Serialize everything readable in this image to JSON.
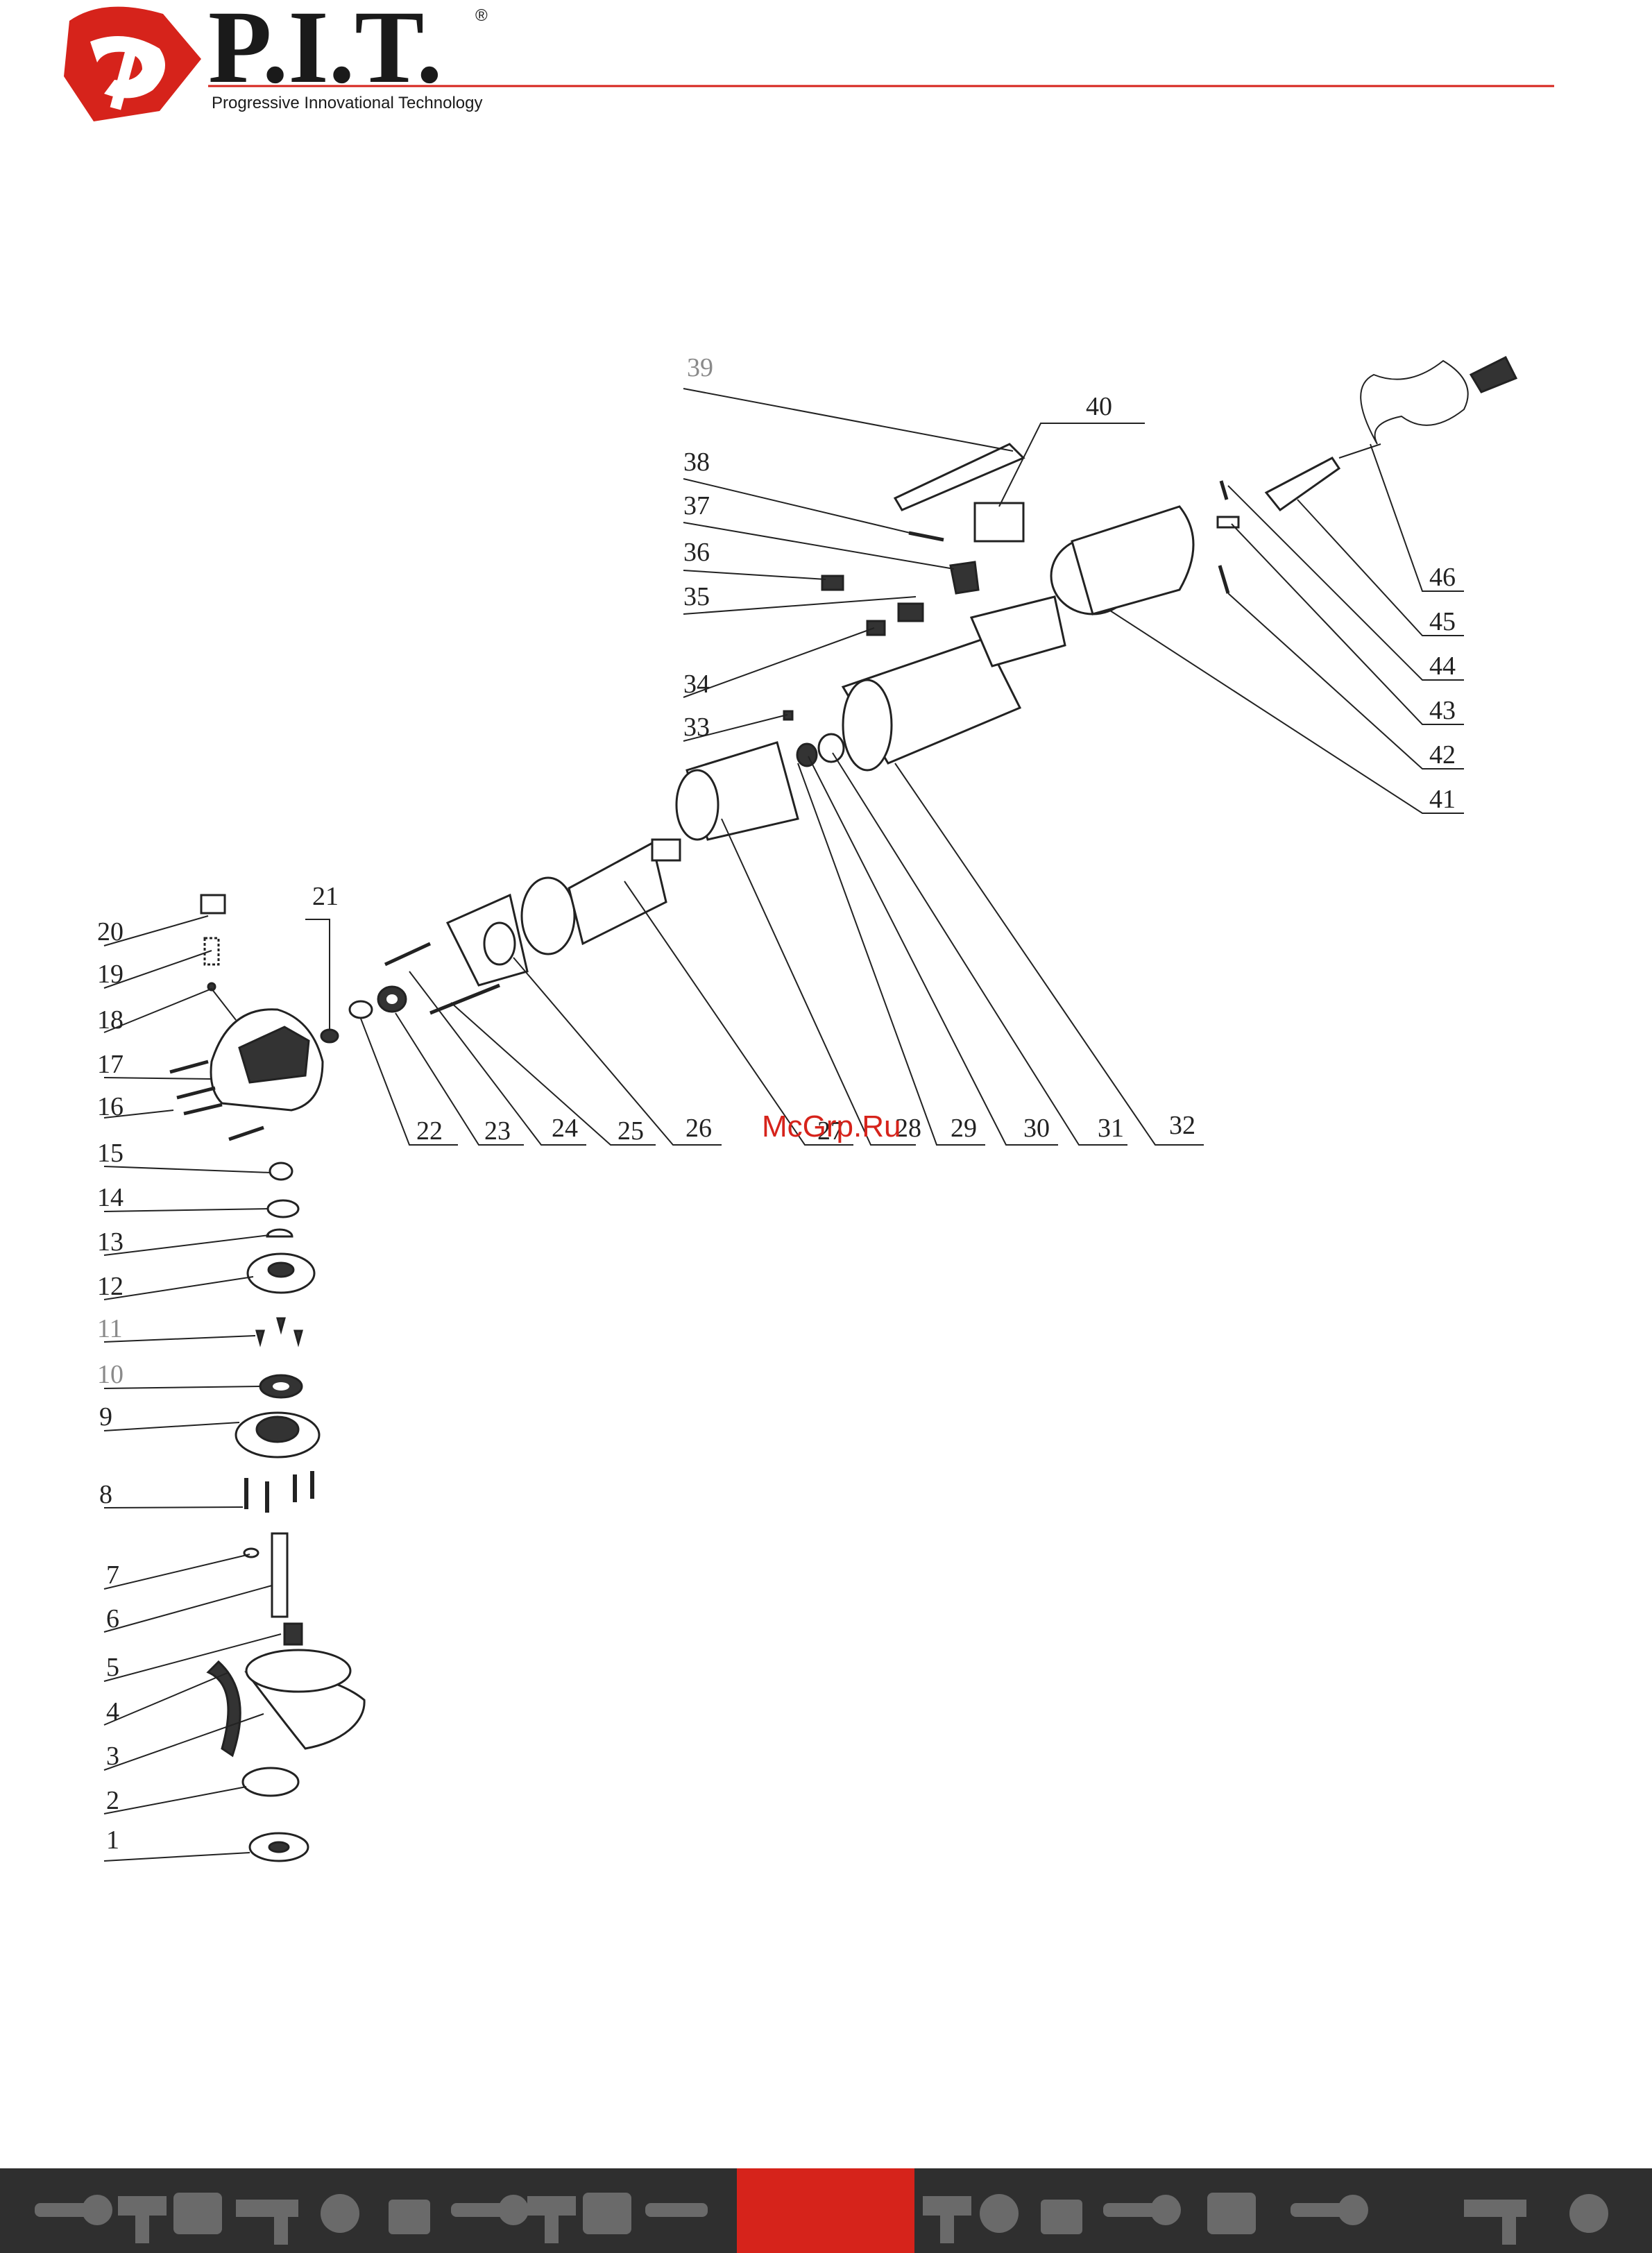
{
  "brand": {
    "name": "P.I.T.",
    "registered": "®",
    "tagline": "Progressive Innovational Technology",
    "accent": "#d6231b"
  },
  "watermark": "McGrp.Ru",
  "footer": {
    "background": "#2f2f2f",
    "accent": "#d6231b"
  },
  "part_numbers": {
    "n1": "1",
    "n2": "2",
    "n3": "3",
    "n4": "4",
    "n5": "5",
    "n6": "6",
    "n7": "7",
    "n8": "8",
    "n9": "9",
    "n10": "10",
    "n11": "11",
    "n12": "12",
    "n13": "13",
    "n14": "14",
    "n15": "15",
    "n16": "16",
    "n17": "17",
    "n18": "18",
    "n19": "19",
    "n20": "20",
    "n21": "21",
    "n22": "22",
    "n23": "23",
    "n24": "24",
    "n25": "25",
    "n26": "26",
    "n27": "27",
    "n28": "28",
    "n29": "29",
    "n30": "30",
    "n31": "31",
    "n32": "32",
    "n33": "33",
    "n34": "34",
    "n35": "35",
    "n36": "36",
    "n37": "37",
    "n38": "38",
    "n39": "39",
    "n40": "40",
    "n41": "41",
    "n42": "42",
    "n43": "43",
    "n44": "44",
    "n45": "45",
    "n46": "46"
  }
}
